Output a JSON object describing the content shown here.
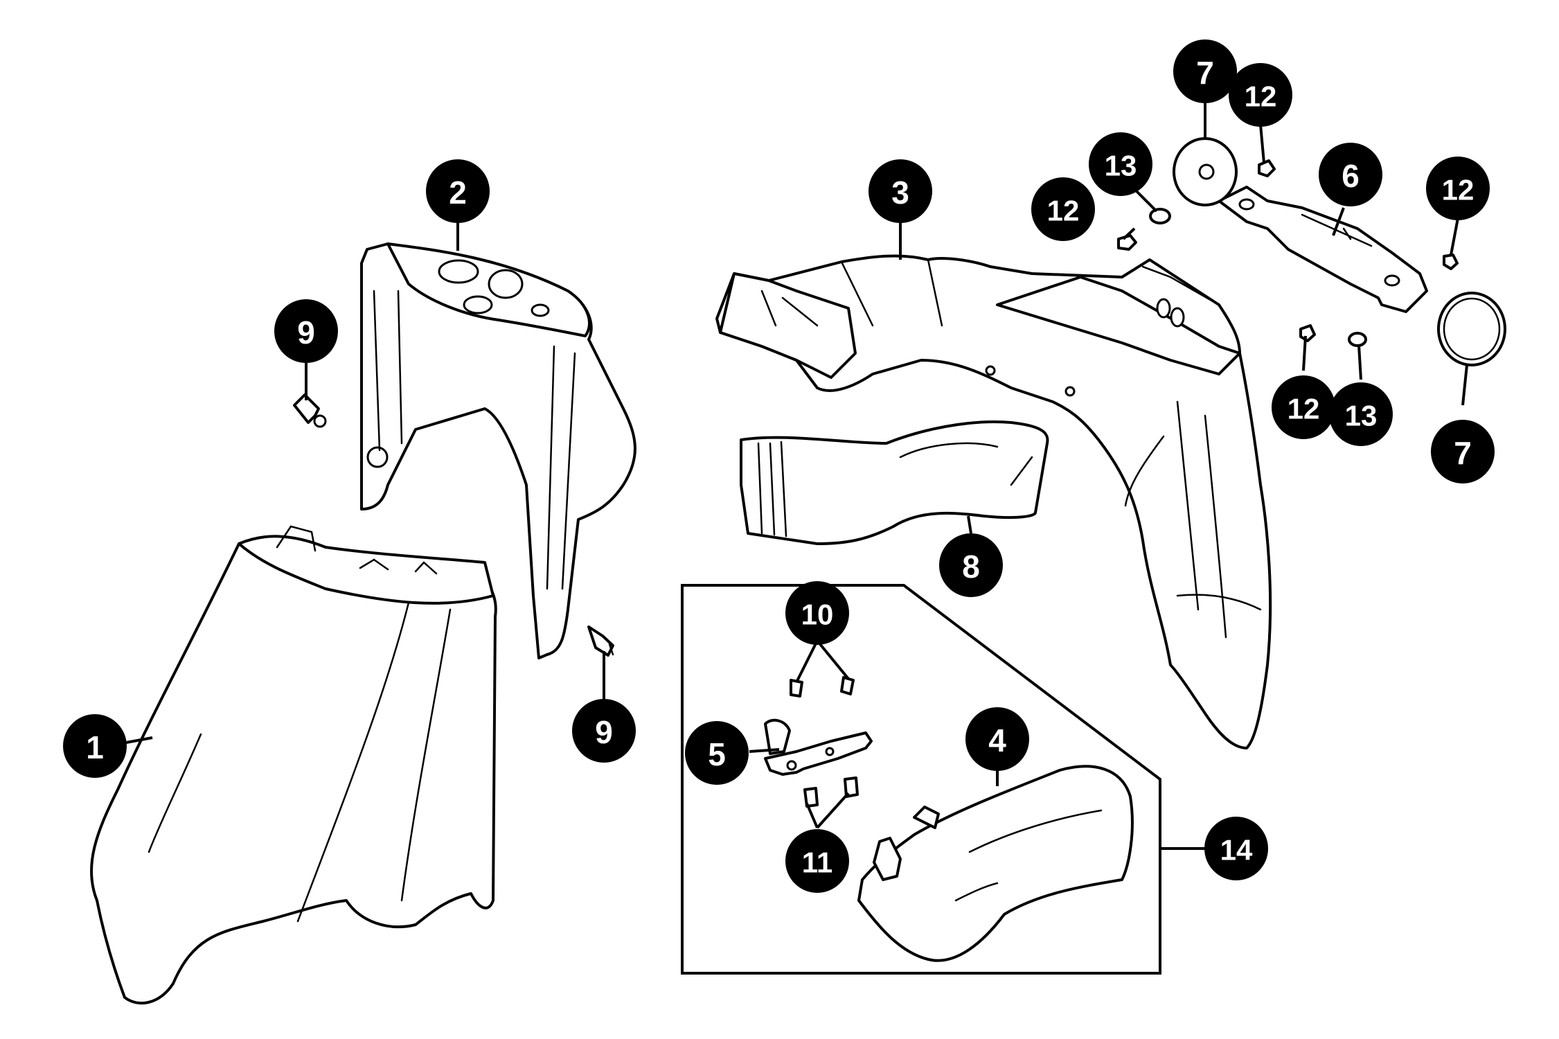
{
  "diagram": {
    "callouts": [
      {
        "id": "c1",
        "label": "1"
      },
      {
        "id": "c2",
        "label": "2"
      },
      {
        "id": "c3",
        "label": "3"
      },
      {
        "id": "c4",
        "label": "4"
      },
      {
        "id": "c5",
        "label": "5"
      },
      {
        "id": "c6",
        "label": "6"
      },
      {
        "id": "c7a",
        "label": "7"
      },
      {
        "id": "c7b",
        "label": "7"
      },
      {
        "id": "c8",
        "label": "8"
      },
      {
        "id": "c9a",
        "label": "9"
      },
      {
        "id": "c9b",
        "label": "9"
      },
      {
        "id": "c10",
        "label": "10"
      },
      {
        "id": "c11",
        "label": "11"
      },
      {
        "id": "c12a",
        "label": "12"
      },
      {
        "id": "c12b",
        "label": "12"
      },
      {
        "id": "c12c",
        "label": "12"
      },
      {
        "id": "c12d",
        "label": "12"
      },
      {
        "id": "c13a",
        "label": "13"
      },
      {
        "id": "c13b",
        "label": "13"
      },
      {
        "id": "c14",
        "label": "14"
      }
    ]
  }
}
